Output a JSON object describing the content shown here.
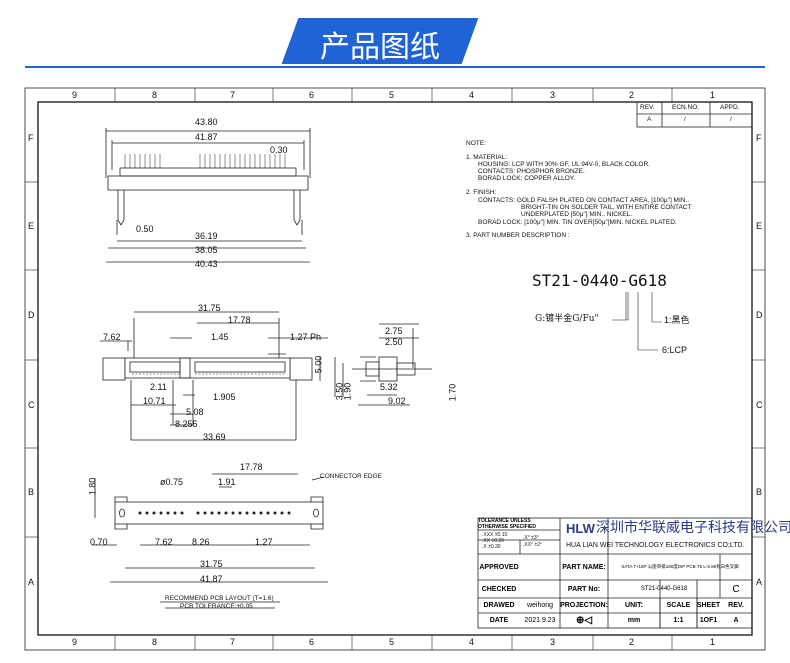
{
  "banner": {
    "title": "产品图纸"
  },
  "accent": "#1f63d6",
  "grid": {
    "cols": [
      "9",
      "8",
      "7",
      "6",
      "5",
      "4",
      "3",
      "2",
      "1"
    ],
    "rows": [
      "F",
      "E",
      "D",
      "C",
      "B",
      "A"
    ]
  },
  "revision": {
    "headers": [
      "REV.",
      "ECN.NO.",
      "APPD."
    ],
    "row": [
      "A",
      "/",
      "/"
    ]
  },
  "notes": {
    "title": "NOTE:",
    "lines": [
      "1. MATERIAL:",
      "HOUSING: LCP WITH 30% GF, UL 94V-0, BLACK COLOR.",
      "CONTACTS: PHOSPHOR BRONZE.",
      "BORAD LOCK: COPPER ALLOY.",
      "2. FINISH:",
      "CONTACTS:   GOLD FALSH PLATED ON CONTACT AREA,  [100μ\"] MIN..",
      "BRIGHT-TIN ON SOLDER TAIL, WITH ENTIRE CONTACT",
      "UNDERPLATED  [50μ\"] MIN.. NICKEL.",
      "BORAD LOCK: [100μ\"] MIN. TIN OVER[50μ\"]MIN.  NICKEL PLATED.",
      "3. PART NUMBER DESCRIPTION :"
    ]
  },
  "part_code": {
    "number": "ST21-0440-G618",
    "g_label": "G:镀半金G/Fu\"",
    "one_label": "1:黑色",
    "six_label": "6:LCP"
  },
  "top_view": {
    "dims": [
      "43.80",
      "41.87",
      "0.30",
      "0.50",
      "36.19",
      "38.05",
      "40.43"
    ]
  },
  "front_view": {
    "dims": [
      "31.75",
      "17.78",
      "7.62",
      "1.45",
      "1.27 Ph",
      "5.00",
      "2.11",
      "1.905",
      "10.71",
      "5.08",
      "8.255",
      "33.69"
    ]
  },
  "side_view": {
    "dims": [
      "2.75",
      "2.50",
      "3.50",
      "1.90",
      "5.32",
      "9.02",
      "1.70"
    ]
  },
  "pcb_layout": {
    "dims": [
      "1.80",
      "17.78",
      "1.91",
      "ø0.75",
      "0.70",
      "7.62",
      "8.26",
      "1.27",
      "31.75",
      "41.87"
    ],
    "connector_edge": "CONNECTOR EDGE",
    "caption1": "RECOMMEND PCB LAYOUT (T=1.6)",
    "caption2": "PCB TOLERANCE:±0.05"
  },
  "title_block": {
    "tolerance_title": "TOLERANCE UNLESS OTHERWISE SPECIFIED",
    "tol_lines": [
      ".XXX  ±0.10",
      ".XX   ±0.20",
      ".X    ±0.30"
    ],
    "ang_lines": [
      ".X°  ±3°",
      ".XX° ±2°"
    ],
    "logo": "HLW",
    "company_cn": "深圳市华联威电子科技有限公司",
    "company_en": "HUA LIAN WEI TECHNOLOGY ELECTRONICS CO;LTD.",
    "approved": "APPROVED",
    "checked": "CHECKED",
    "drawed": "DRAWED",
    "drawer": "weihong",
    "date_label": "DATE",
    "date": "2021.9.23",
    "part_name_label": "PART NAME:",
    "part_name": "SATA 7+15P 公座单排180度DIP PCB.T5 L-5.85有白色叉脚",
    "part_no_label": "PART No:",
    "part_no": "ST21-0440-G618",
    "size": "C",
    "projection": "PROJECTION:",
    "unit_label": "UNIT:",
    "unit": "mm",
    "scale_label": "SCALE",
    "scale": "1:1",
    "sheet_label": "SHEET",
    "sheet": "1OF1",
    "rev_label": "REV.",
    "rev": "A"
  }
}
